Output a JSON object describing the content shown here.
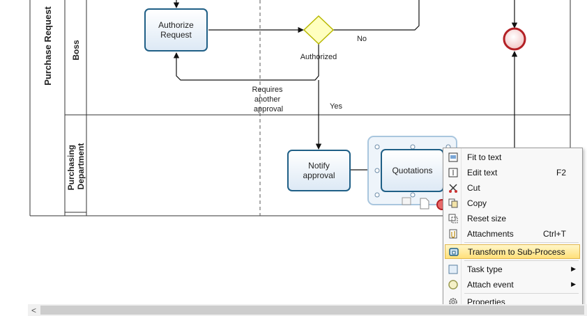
{
  "pool": {
    "label": "Purchase Request"
  },
  "lanes": [
    {
      "label": "Boss"
    },
    {
      "label": "Purchasing Department"
    }
  ],
  "tasks": {
    "authorize": "Authorize Request",
    "notify": "Notify approval",
    "quotations": "Quotations"
  },
  "gateway": {
    "label": "Authorized"
  },
  "flows": {
    "no": "No",
    "yes": "Yes",
    "annotation_line1": "Requires",
    "annotation_line2": "another",
    "annotation_line3": "approval"
  },
  "context_menu": {
    "items": [
      {
        "label": "Fit to text",
        "shortcut": "",
        "icon": "fit-to-text-icon"
      },
      {
        "label": "Edit text",
        "shortcut": "F2",
        "icon": "edit-text-icon"
      },
      {
        "label": "Cut",
        "shortcut": "",
        "icon": "scissors-icon"
      },
      {
        "label": "Copy",
        "shortcut": "",
        "icon": "copy-icon"
      },
      {
        "label": "Reset size",
        "shortcut": "",
        "icon": "reset-size-icon"
      },
      {
        "label": "Attachments",
        "shortcut": "Ctrl+T",
        "icon": "attachment-icon"
      },
      {
        "label": "Transform to Sub-Process",
        "shortcut": "",
        "icon": "subprocess-icon",
        "highlighted": true
      },
      {
        "label": "Task type",
        "shortcut": "",
        "icon": "task-type-icon",
        "submenu": true
      },
      {
        "label": "Attach event",
        "shortcut": "",
        "icon": "event-icon",
        "submenu": true
      },
      {
        "label": "Properties",
        "shortcut": "",
        "icon": "gear-icon"
      }
    ]
  },
  "scrollbar": {
    "left_arrow": "<"
  },
  "colors": {
    "task_border": "#1f5f86",
    "gateway_fill": "#ffffc0",
    "gateway_border": "#b8b800",
    "end_event": "#b32025",
    "highlight": "#ffe07a"
  }
}
